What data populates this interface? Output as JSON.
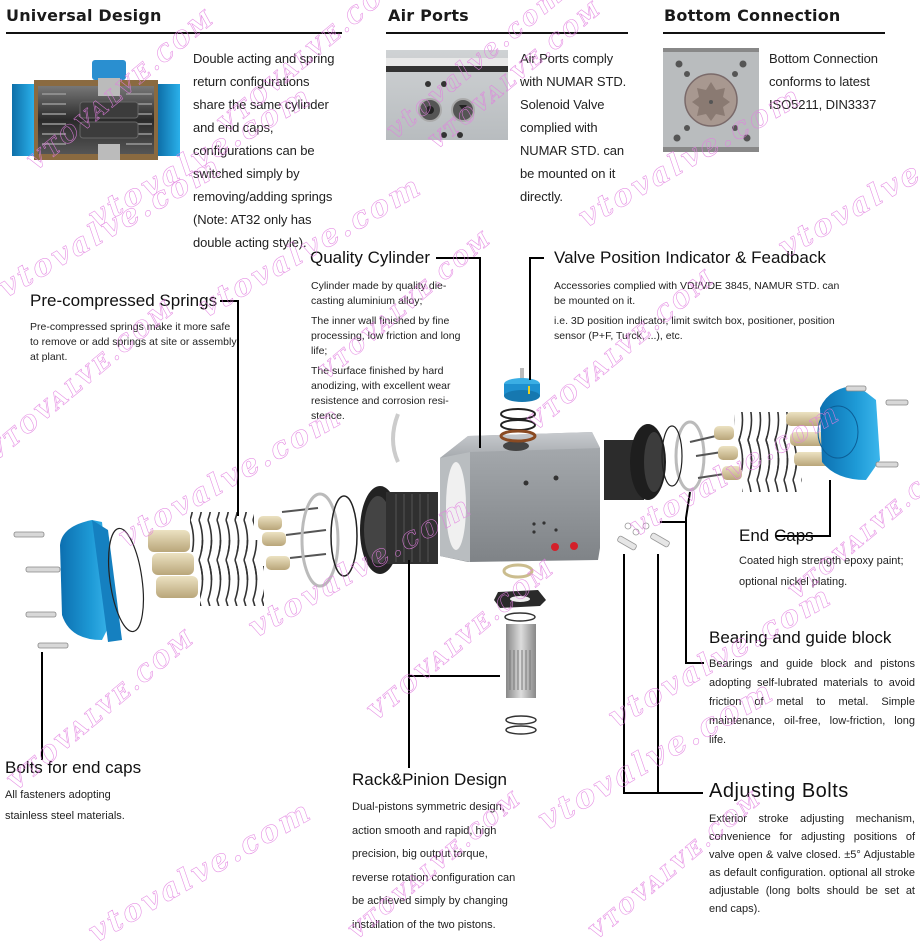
{
  "sections": {
    "universal_design": {
      "title": "Universal Design",
      "lines": [
        "Double acting and spring",
        "return configurations",
        "share the same cylinder",
        "and end caps,",
        "configurations can be",
        "switched simply by",
        "removing/adding springs",
        "(Note: AT32 only has",
        "double acting style)."
      ]
    },
    "air_ports": {
      "title": "Air Ports",
      "lines": [
        "Air Ports comply",
        "with NUMAR STD.",
        "Solenoid Valve",
        "complied with",
        "NUMAR STD. can",
        "be mounted on it",
        "directly."
      ]
    },
    "bottom_connection": {
      "title": "Bottom Connection",
      "lines": [
        "Bottom Connection",
        "conforms to latest",
        "ISO5211, DIN3337"
      ]
    }
  },
  "callouts": {
    "quality_cylinder": {
      "title": "Quality Cylinder",
      "paragraphs": [
        "Cylinder made by quality die-casting aluminium alloy;",
        "The inner wall finished by fine processing, low friction and long life;",
        "The surface finished by hard anodizing, with excellent wear resistence and corrosion resi-stence."
      ]
    },
    "valve_position": {
      "title": "Valve Position Indicator & Feadback",
      "paragraphs": [
        "Accessories complied with VDI/VDE 3845, NAMUR STD. can be mounted on it.",
        "i.e. 3D position indicator, limit switch box, positioner, position sensor (P+F, Turck, ...), etc."
      ]
    },
    "pre_compressed_springs": {
      "title": "Pre-compressed Springs",
      "text": "Pre-compressed springs make it more safe to remove or add springs at site or assembly at plant."
    },
    "end_caps": {
      "title": "End Caps",
      "lines": [
        "Coated high strength epoxy paint;",
        "optional nickel plating."
      ]
    },
    "bearing_guide": {
      "title": "Bearing and guide block",
      "text": "Bearings and guide block and pistons adopting self-lubrated materials to avoid friction of metal to metal. Simple maintenance, oil-free, low-friction, long life."
    },
    "adjusting_bolts": {
      "title": "Adjusting Bolts",
      "text": "Exterior stroke adjusting mechanism, convenience for adjusting positions of valve open & valve closed. ±5° Adjustable as default configuration. optional all stroke adjustable (long bolts should be set at end caps)."
    },
    "rack_pinion": {
      "title": "Rack&Pinion Design",
      "lines": [
        "Dual-pistons symmetric design,",
        "action smooth and rapid, high",
        "precision, big output torque,",
        "reverse rotation configuration can",
        "be achieved simply by changing",
        "installation of the two pistons."
      ]
    },
    "bolts_end_caps": {
      "title": "Bolts for end caps",
      "lines": [
        "All  fasteners adopting",
        "stainless steel materials."
      ]
    }
  },
  "watermark": {
    "text_lower": "vtovalve.com",
    "text_upper": "VTOVALVE.COM",
    "color": "#f0a0ee"
  },
  "colors": {
    "end_cap_blue": "#1e9ad6",
    "cylinder_gray": "#9ea3a8",
    "spring_dark": "#3a3a3a",
    "piston_tan": "#d9c9a0",
    "port_red": "#d4202a"
  }
}
